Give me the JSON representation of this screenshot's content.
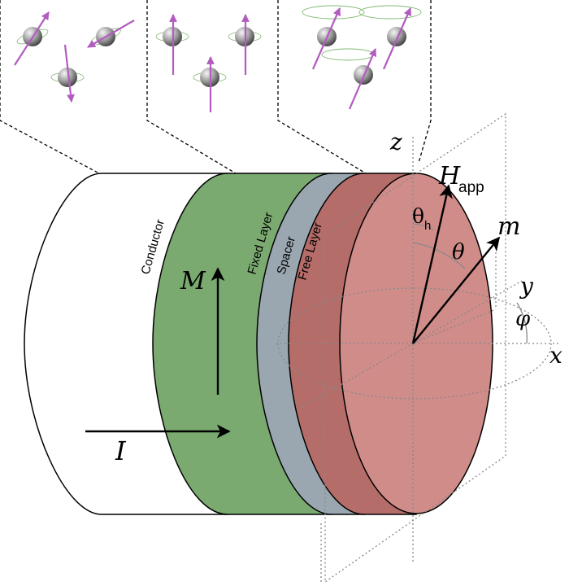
{
  "layers": {
    "conductor": "Conductor",
    "fixed": "Fixed Layer",
    "spacer": "Spacer",
    "free": "Free Layer"
  },
  "symbols": {
    "M": "M",
    "I": "I",
    "z": "z",
    "x": "x",
    "y": "y",
    "m": "m",
    "H": "H",
    "H_sub": "app",
    "theta": "θ",
    "theta_h": "θ",
    "theta_h_sub": "h",
    "phi": "φ"
  },
  "colors": {
    "conductor": "#ffffff",
    "fixed": "#7aaa70",
    "spacer": "#9aa7b0",
    "free_body": "#b56d6a",
    "free_face": "#d08c89",
    "spin_arrow": "#b25cc0",
    "precession": "#7fb870"
  },
  "insets": [
    "random-spins",
    "aligned-spins",
    "precessing-spins"
  ]
}
